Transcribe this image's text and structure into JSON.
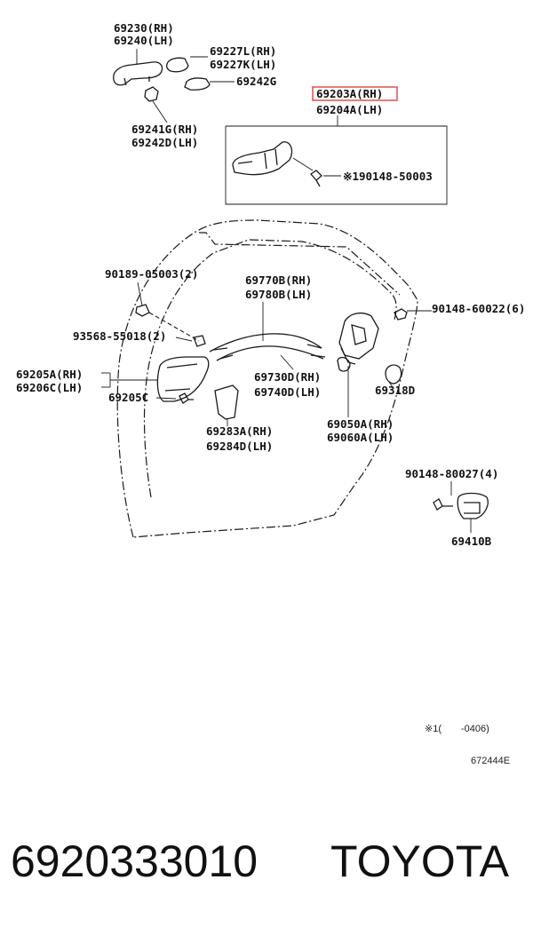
{
  "labels": {
    "l69230": "69230(RH)",
    "l69240": "69240(LH)",
    "l69227L": "69227L(RH)",
    "l69227K": "69227K(LH)",
    "l69242G": "69242G",
    "l69241G": "69241G(RH)",
    "l69242D": "69242D(LH)",
    "l69203A": "69203A(RH)",
    "l69204A": "69204A(LH)",
    "l90148_50003": "※190148-50003",
    "l90189": "90189-05003(2)",
    "l69770B": "69770B(RH)",
    "l69780B": "69780B(LH)",
    "l90148_60022": "90148-60022(6)",
    "l93568": "93568-55018(2)",
    "l69205A": "69205A(RH)",
    "l69206C": "69206C(LH)",
    "l69205C": "69205C",
    "l69730D": "69730D(RH)",
    "l69740D": "69740D(LH)",
    "l69318D": "69318D",
    "l69283A": "69283A(RH)",
    "l69284D": "69284D(LH)",
    "l69050A": "69050A(RH)",
    "l69060A": "69060A(LH)",
    "l90148_80027": "90148-80027(4)",
    "l69410B": "69410B"
  },
  "notes": {
    "footnote": "※1(　　-0406)",
    "diagram_code": "672444E"
  },
  "footer": {
    "part_number": "6920333010",
    "brand": "TOYOTA"
  },
  "highlight_color": "#e05a5a"
}
